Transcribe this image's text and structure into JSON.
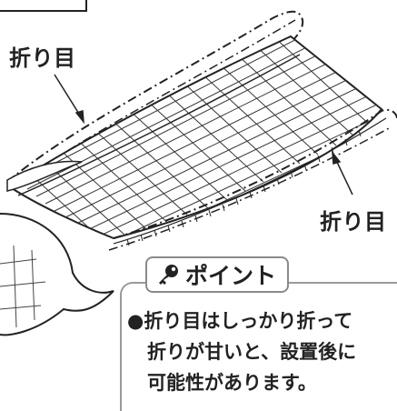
{
  "labels": {
    "fold_top": "折り目",
    "fold_right": "折り目"
  },
  "point": {
    "title": "ポイント",
    "lines": [
      "●折り目はしっかり折って",
      "折りが甘いと、設置後に",
      "可能性があります。"
    ]
  },
  "icons": {
    "point": "key-icon"
  }
}
